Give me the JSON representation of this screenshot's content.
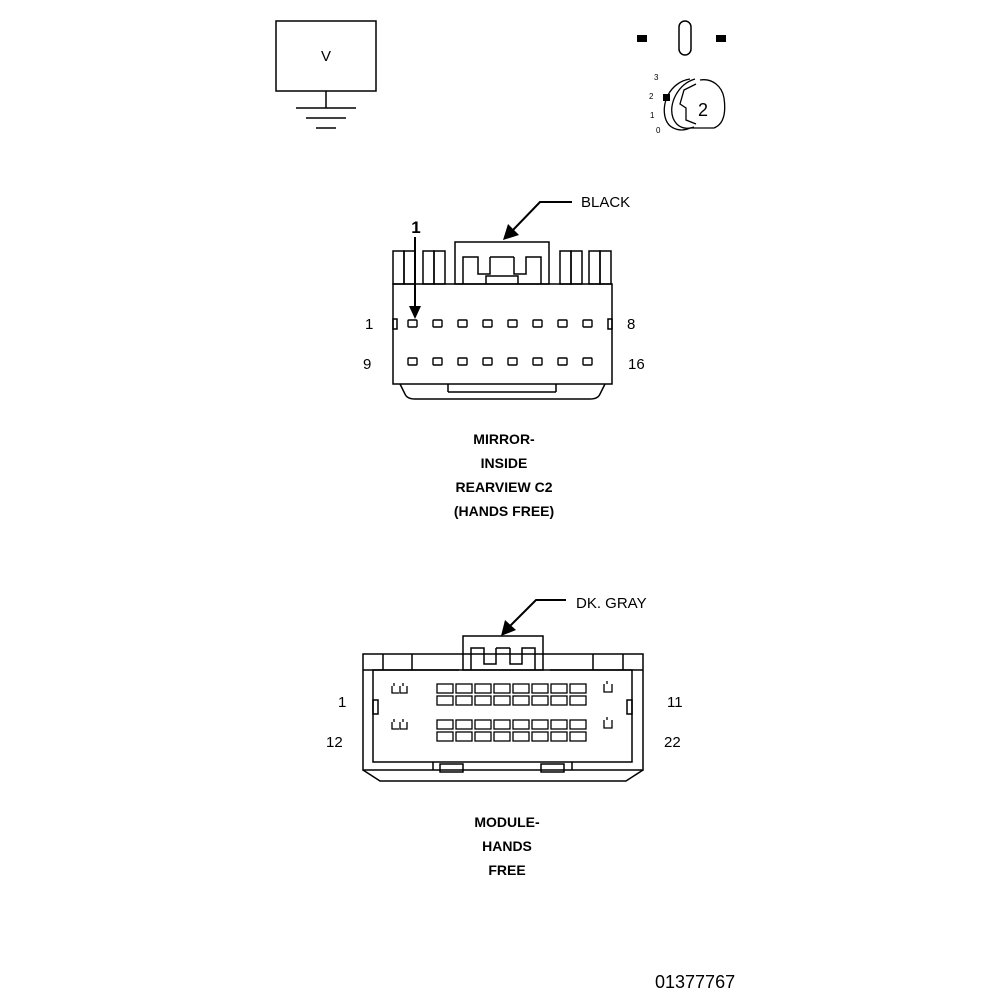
{
  "voltmeter": {
    "label": "V"
  },
  "ignition": {
    "positions": [
      "3",
      "2",
      "1",
      "0"
    ],
    "key_number": "2"
  },
  "mirror_connector": {
    "color_callout": "BLACK",
    "pin_marker": "1",
    "pins_top_left": "1",
    "pins_top_right": "8",
    "pins_bottom_left": "9",
    "pins_bottom_right": "16",
    "caption": [
      "MIRROR-",
      "INSIDE",
      "REARVIEW C2",
      "(HANDS FREE)"
    ]
  },
  "module_connector": {
    "color_callout": "DK. GRAY",
    "pins_top_left": "1",
    "pins_top_right": "11",
    "pins_bottom_left": "12",
    "pins_bottom_right": "22",
    "caption": [
      "MODULE-",
      "HANDS",
      "FREE"
    ]
  },
  "figure_number": "01377767"
}
